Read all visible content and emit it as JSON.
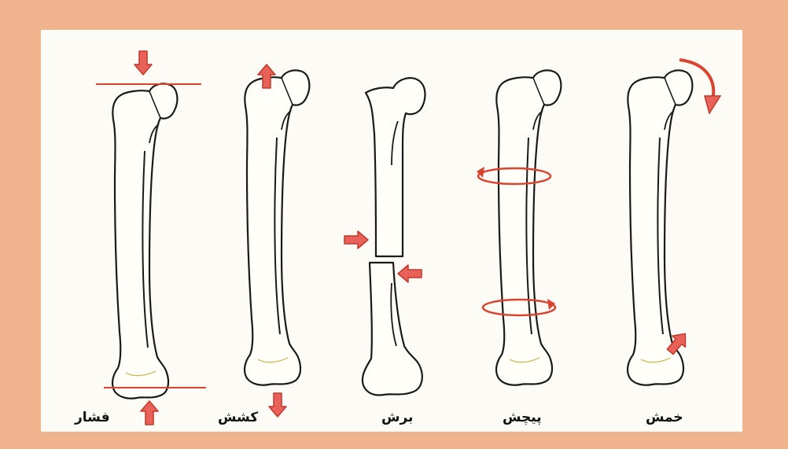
{
  "colors": {
    "frame": "#efb48d",
    "panel": "#fcfbf6",
    "bone_outline": "#1a1a1a",
    "arrow_fill": "#e8625a",
    "arrow_stroke": "#c0392b",
    "force_line": "#d9442f"
  },
  "panels": [
    {
      "id": "compression",
      "label": "فشار",
      "force_arrows": [
        "arrow-down-icon",
        "arrow-up-icon"
      ]
    },
    {
      "id": "tension",
      "label": "کشش",
      "force_arrows": [
        "arrow-up-icon",
        "arrow-down-icon"
      ]
    },
    {
      "id": "shear",
      "label": "برش",
      "force_arrows": [
        "arrow-right-icon",
        "arrow-left-icon"
      ]
    },
    {
      "id": "torsion",
      "label": "پیچش",
      "force_arrows": [
        "rotation-arrow-icon",
        "rotation-arrow-icon"
      ]
    },
    {
      "id": "bending",
      "label": "خمش",
      "force_arrows": [
        "curved-arrow-icon",
        "arrow-up-right-icon"
      ]
    }
  ]
}
